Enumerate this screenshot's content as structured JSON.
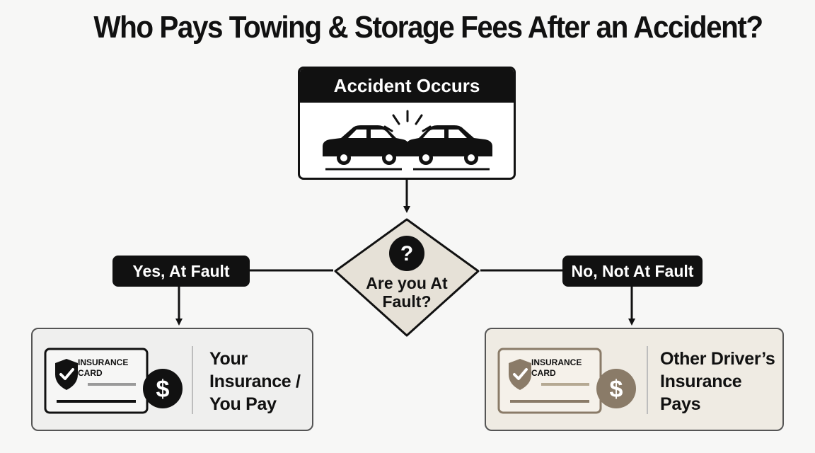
{
  "title": "Who Pays Towing & Storage Fees After an Accident?",
  "start": {
    "label": "Accident Occurs",
    "icon": "car-collision-icon"
  },
  "decision": {
    "label": "Are you At Fault?",
    "icon": "question-mark-icon"
  },
  "branches": {
    "left": {
      "label": "Yes, At Fault",
      "outcome": "Your Insurance / You Pay",
      "card_label": "INSURANCE CARD",
      "icons": [
        "insurance-card-icon",
        "shield-check-icon",
        "dollar-icon"
      ]
    },
    "right": {
      "label": "No, Not At Fault",
      "outcome": "Other Driver’s Insurance Pays",
      "card_label": "INSURANCE CARD",
      "icons": [
        "insurance-card-icon",
        "shield-check-icon",
        "dollar-icon"
      ]
    }
  },
  "colors": {
    "ink": "#111111",
    "decision_fill": "#e6e1d7",
    "left_fill": "#efefee",
    "right_fill": "#efebe3",
    "right_accent": "#8a7b68"
  }
}
